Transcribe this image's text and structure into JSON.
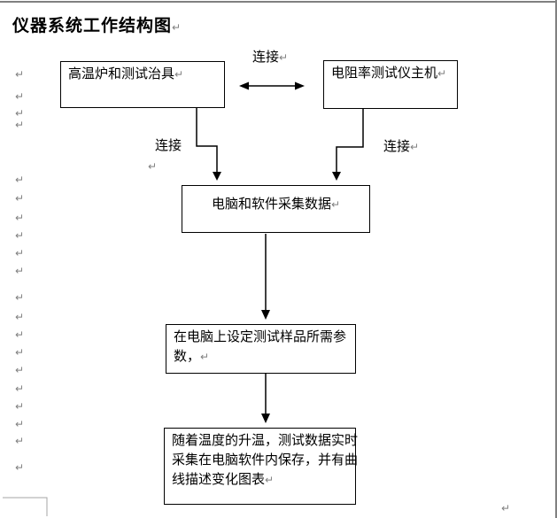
{
  "page": {
    "title": "仪器系统工作结构图"
  },
  "marks": {
    "pilcrow": "↵"
  },
  "labels": {
    "connect_top": "连接",
    "connect_left": "连接",
    "connect_right": "连接"
  },
  "boxes": {
    "furnace": {
      "label": "高温炉和测试治具"
    },
    "host": {
      "label": "电阻率测试仪主机"
    },
    "computer": {
      "label": "电脑和软件采集数据"
    },
    "params": {
      "lines": [
        "在电脑上设定测试样品所需参",
        "数，"
      ]
    },
    "record": {
      "lines": [
        "随着温度的升温，测试数据实时",
        "采集在电脑软件内保存，并有曲",
        "线描述变化图表"
      ]
    }
  },
  "margin_marks": {
    "ys": [
      78,
      103,
      122,
      135,
      197,
      218,
      240,
      260,
      280,
      300,
      330,
      352,
      372,
      392,
      412,
      433,
      453,
      473,
      492,
      522
    ]
  },
  "colors": {
    "line": "#000000",
    "page_edge_gray": "#808080",
    "mark_gray": "#808080",
    "corner_mark_gray": "#a6a6a6"
  }
}
